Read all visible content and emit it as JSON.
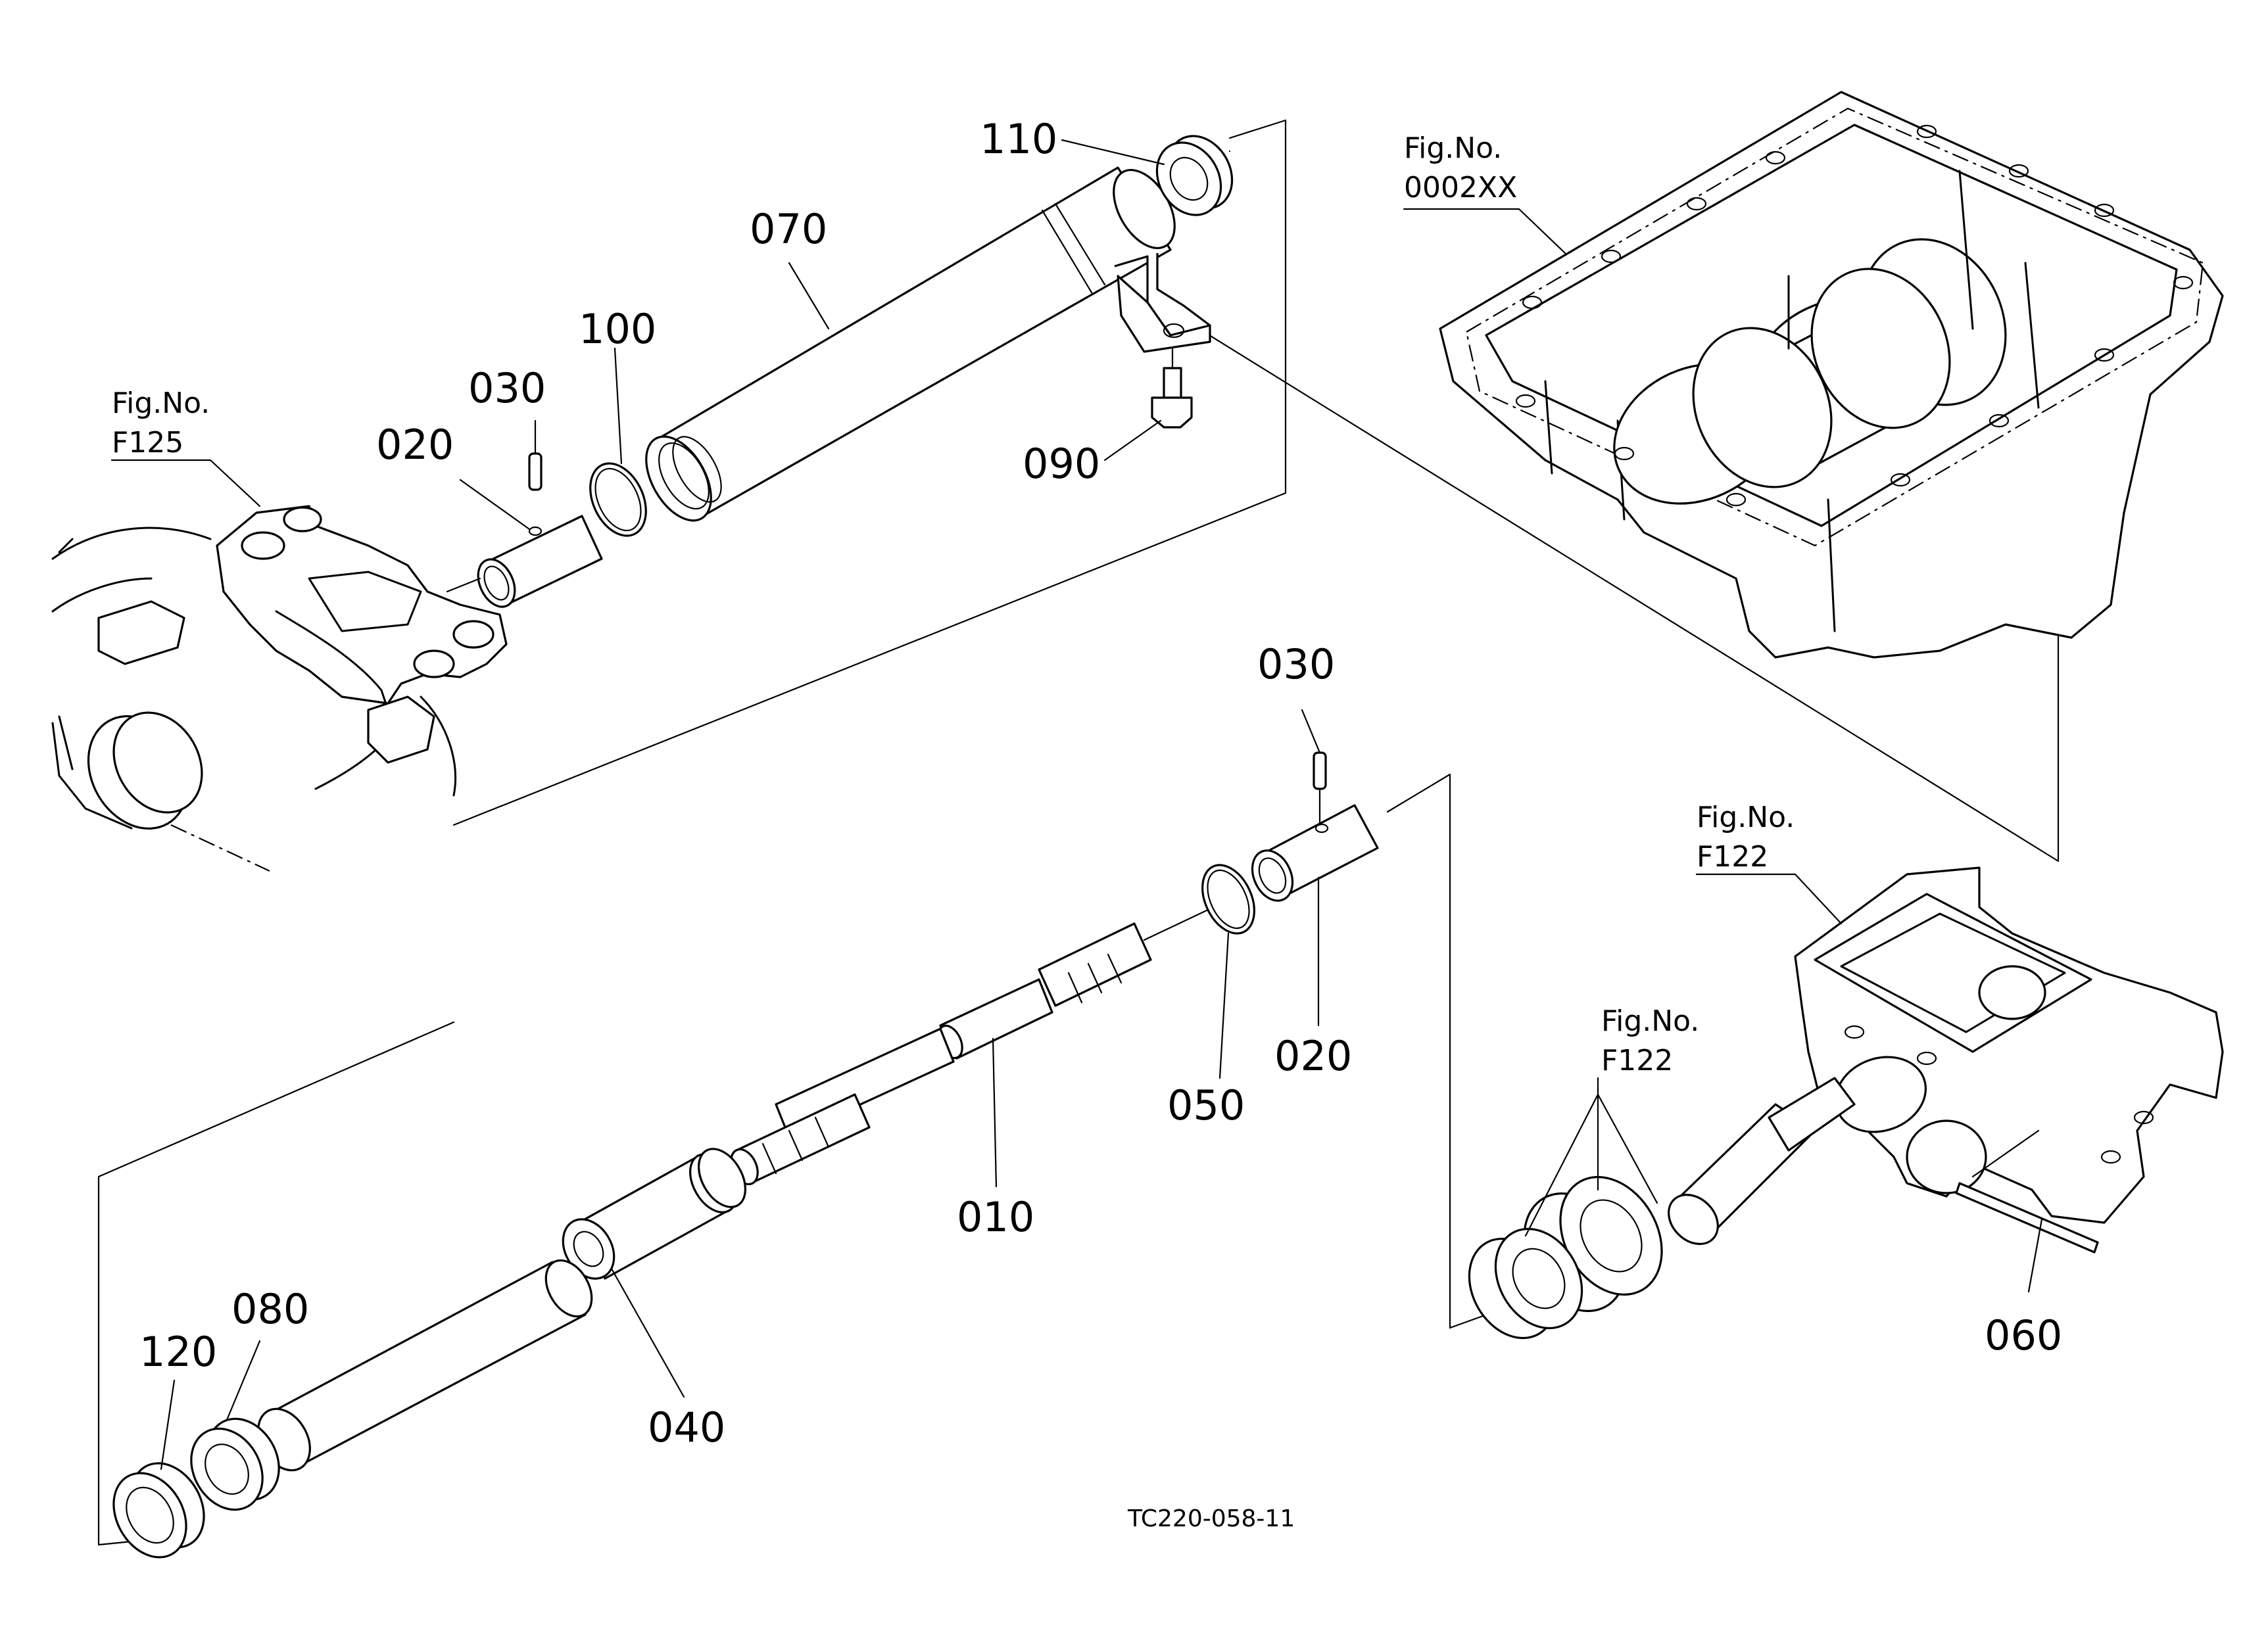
{
  "callouts": {
    "p110": "110",
    "p070": "070",
    "p100": "100",
    "p030_upper": "030",
    "p020_upper": "020",
    "p090": "090",
    "p030_lower": "030",
    "p050": "050",
    "p020_lower": "020",
    "p010": "010",
    "p040": "040",
    "p080": "080",
    "p120": "120",
    "p060": "060"
  },
  "figure_refs": {
    "f125": {
      "line1": "Fig.No.",
      "line2": "F125"
    },
    "oil_pan": {
      "line1": "Fig.No.",
      "line2": "0002XX"
    },
    "housing": {
      "line1": "Fig.No.",
      "line2": "F122"
    },
    "bearings": {
      "line1": "Fig.No.",
      "line2": "F122"
    }
  },
  "drawing_code": "TC220-058-11"
}
